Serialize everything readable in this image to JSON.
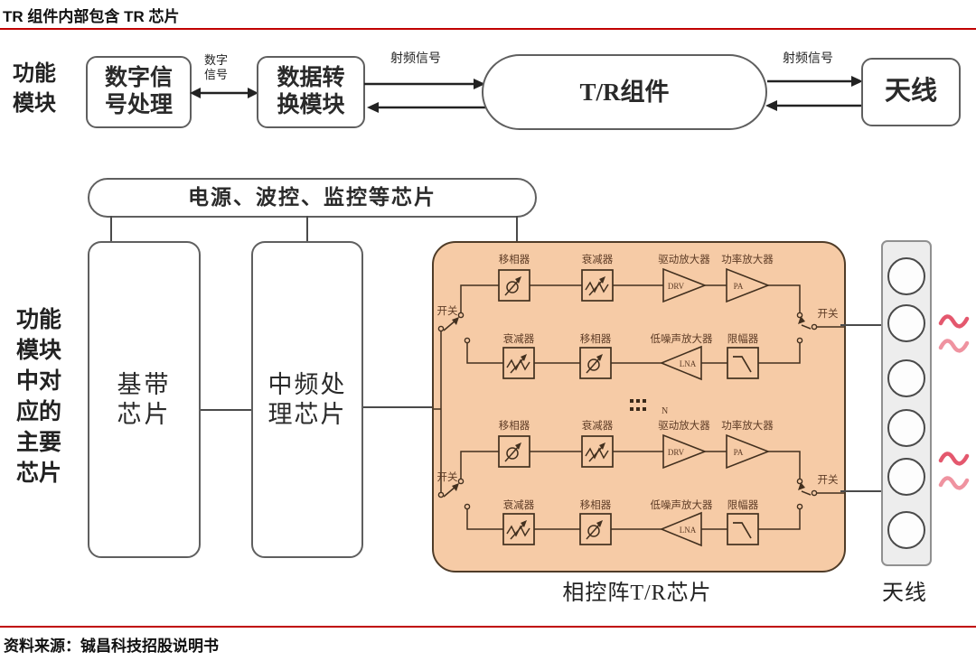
{
  "header": {
    "title": "TR 组件内部包含 TR 芯片"
  },
  "footer": {
    "source": "资料来源：铖昌科技招股说明书"
  },
  "colors": {
    "accent": "#c00000",
    "chip_fill": "#f6cba6",
    "chip_border": "#4f3c28",
    "wave_pink": "#e4586e"
  },
  "flow": {
    "row_label_lines": [
      "功能",
      "模块"
    ],
    "dsp_lines": [
      "数字信",
      "号处理"
    ],
    "converter_lines": [
      "数据转",
      "换模块"
    ],
    "tr_module": "T/R组件",
    "antenna": "天线",
    "digital_signal_lines": [
      "数字",
      "信号"
    ],
    "rf_signal": "射频信号"
  },
  "chips": {
    "row_label_lines": [
      "功能",
      "模块",
      "中对",
      "应的",
      "主要",
      "芯片"
    ],
    "support_chip": "电源、波控、监控等芯片",
    "baseband_lines": [
      "基带",
      "芯片"
    ],
    "if_lines": [
      "中频处",
      "理芯片"
    ],
    "phased_array_caption": "相控阵T/R芯片",
    "antenna_caption": "天线"
  },
  "trchip": {
    "switch": "开关",
    "n": "N",
    "tx": {
      "ps": "移相器",
      "att": "衰减器",
      "drv": "驱动放大器",
      "drv_abbr": "DRV",
      "pa": "功率放大器",
      "pa_abbr": "PA"
    },
    "rx": {
      "att": "衰减器",
      "ps": "移相器",
      "lna": "低噪声放大器",
      "lna_abbr": "LNA",
      "lim": "限幅器"
    }
  }
}
